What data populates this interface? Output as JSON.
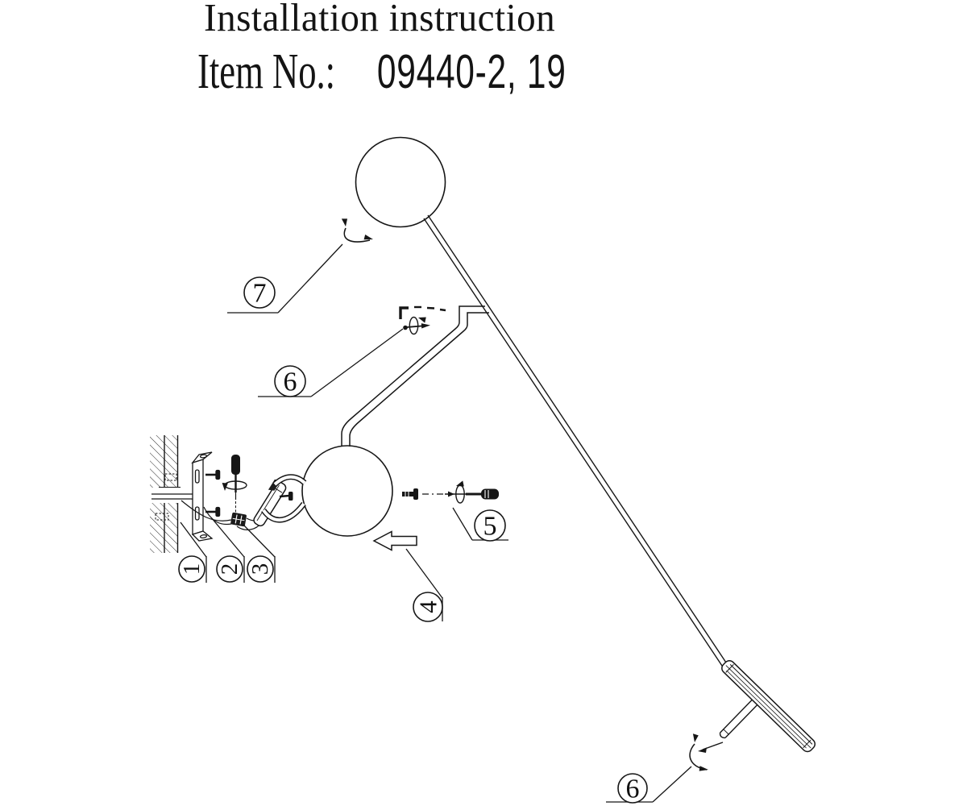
{
  "header": {
    "title": "Installation instruction",
    "item_label": "Item No.:",
    "item_value": "09440-2, 19"
  },
  "colors": {
    "line": "#161616",
    "background": "#ffffff"
  },
  "callouts": [
    {
      "part": "wall",
      "label": "1"
    },
    {
      "part": "mounting-bracket",
      "label": "2"
    },
    {
      "part": "terminal-block",
      "label": "3"
    },
    {
      "part": "lamp-body",
      "label": "4"
    },
    {
      "part": "locking-screw",
      "label": "5"
    },
    {
      "part": "joint-screw",
      "label": "6"
    },
    {
      "part": "glass-globe",
      "label": "7"
    },
    {
      "part": "counterweight-knob",
      "label": "6"
    }
  ]
}
